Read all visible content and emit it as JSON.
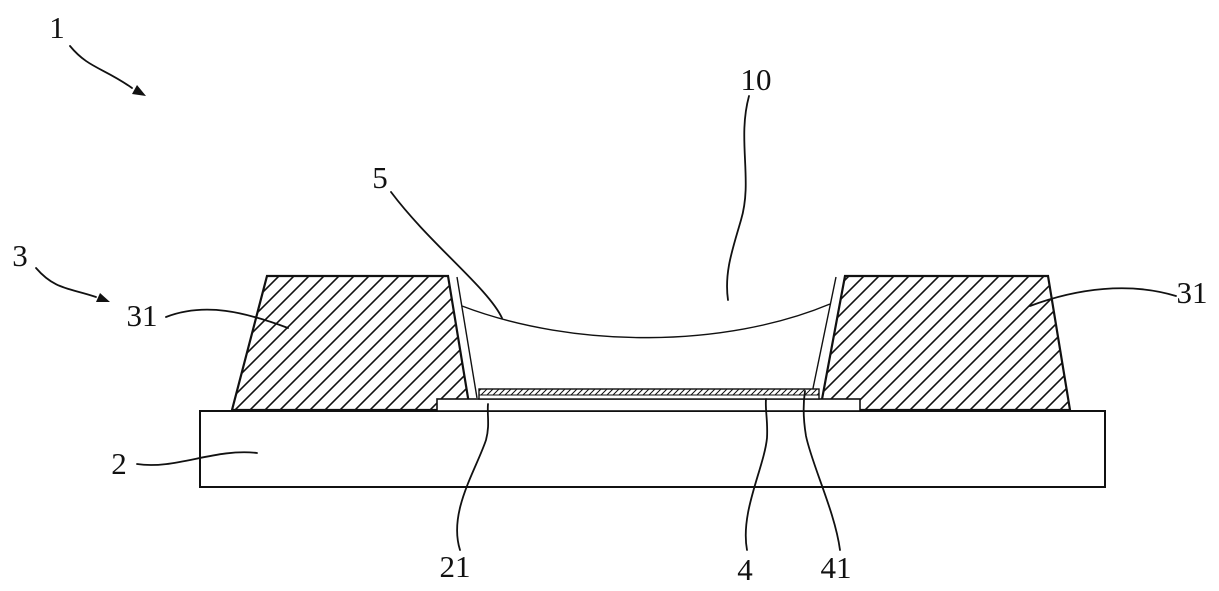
{
  "figure": {
    "labels": {
      "assembly": "1",
      "cavity": "10",
      "coating": "5",
      "wall": "3",
      "wall_left": "31",
      "wall_right": "31",
      "substrate": "2",
      "pad": "21",
      "chip": "4",
      "chip_top_layer": "41"
    },
    "colors": {
      "line": "#111111",
      "background": "#ffffff"
    }
  }
}
